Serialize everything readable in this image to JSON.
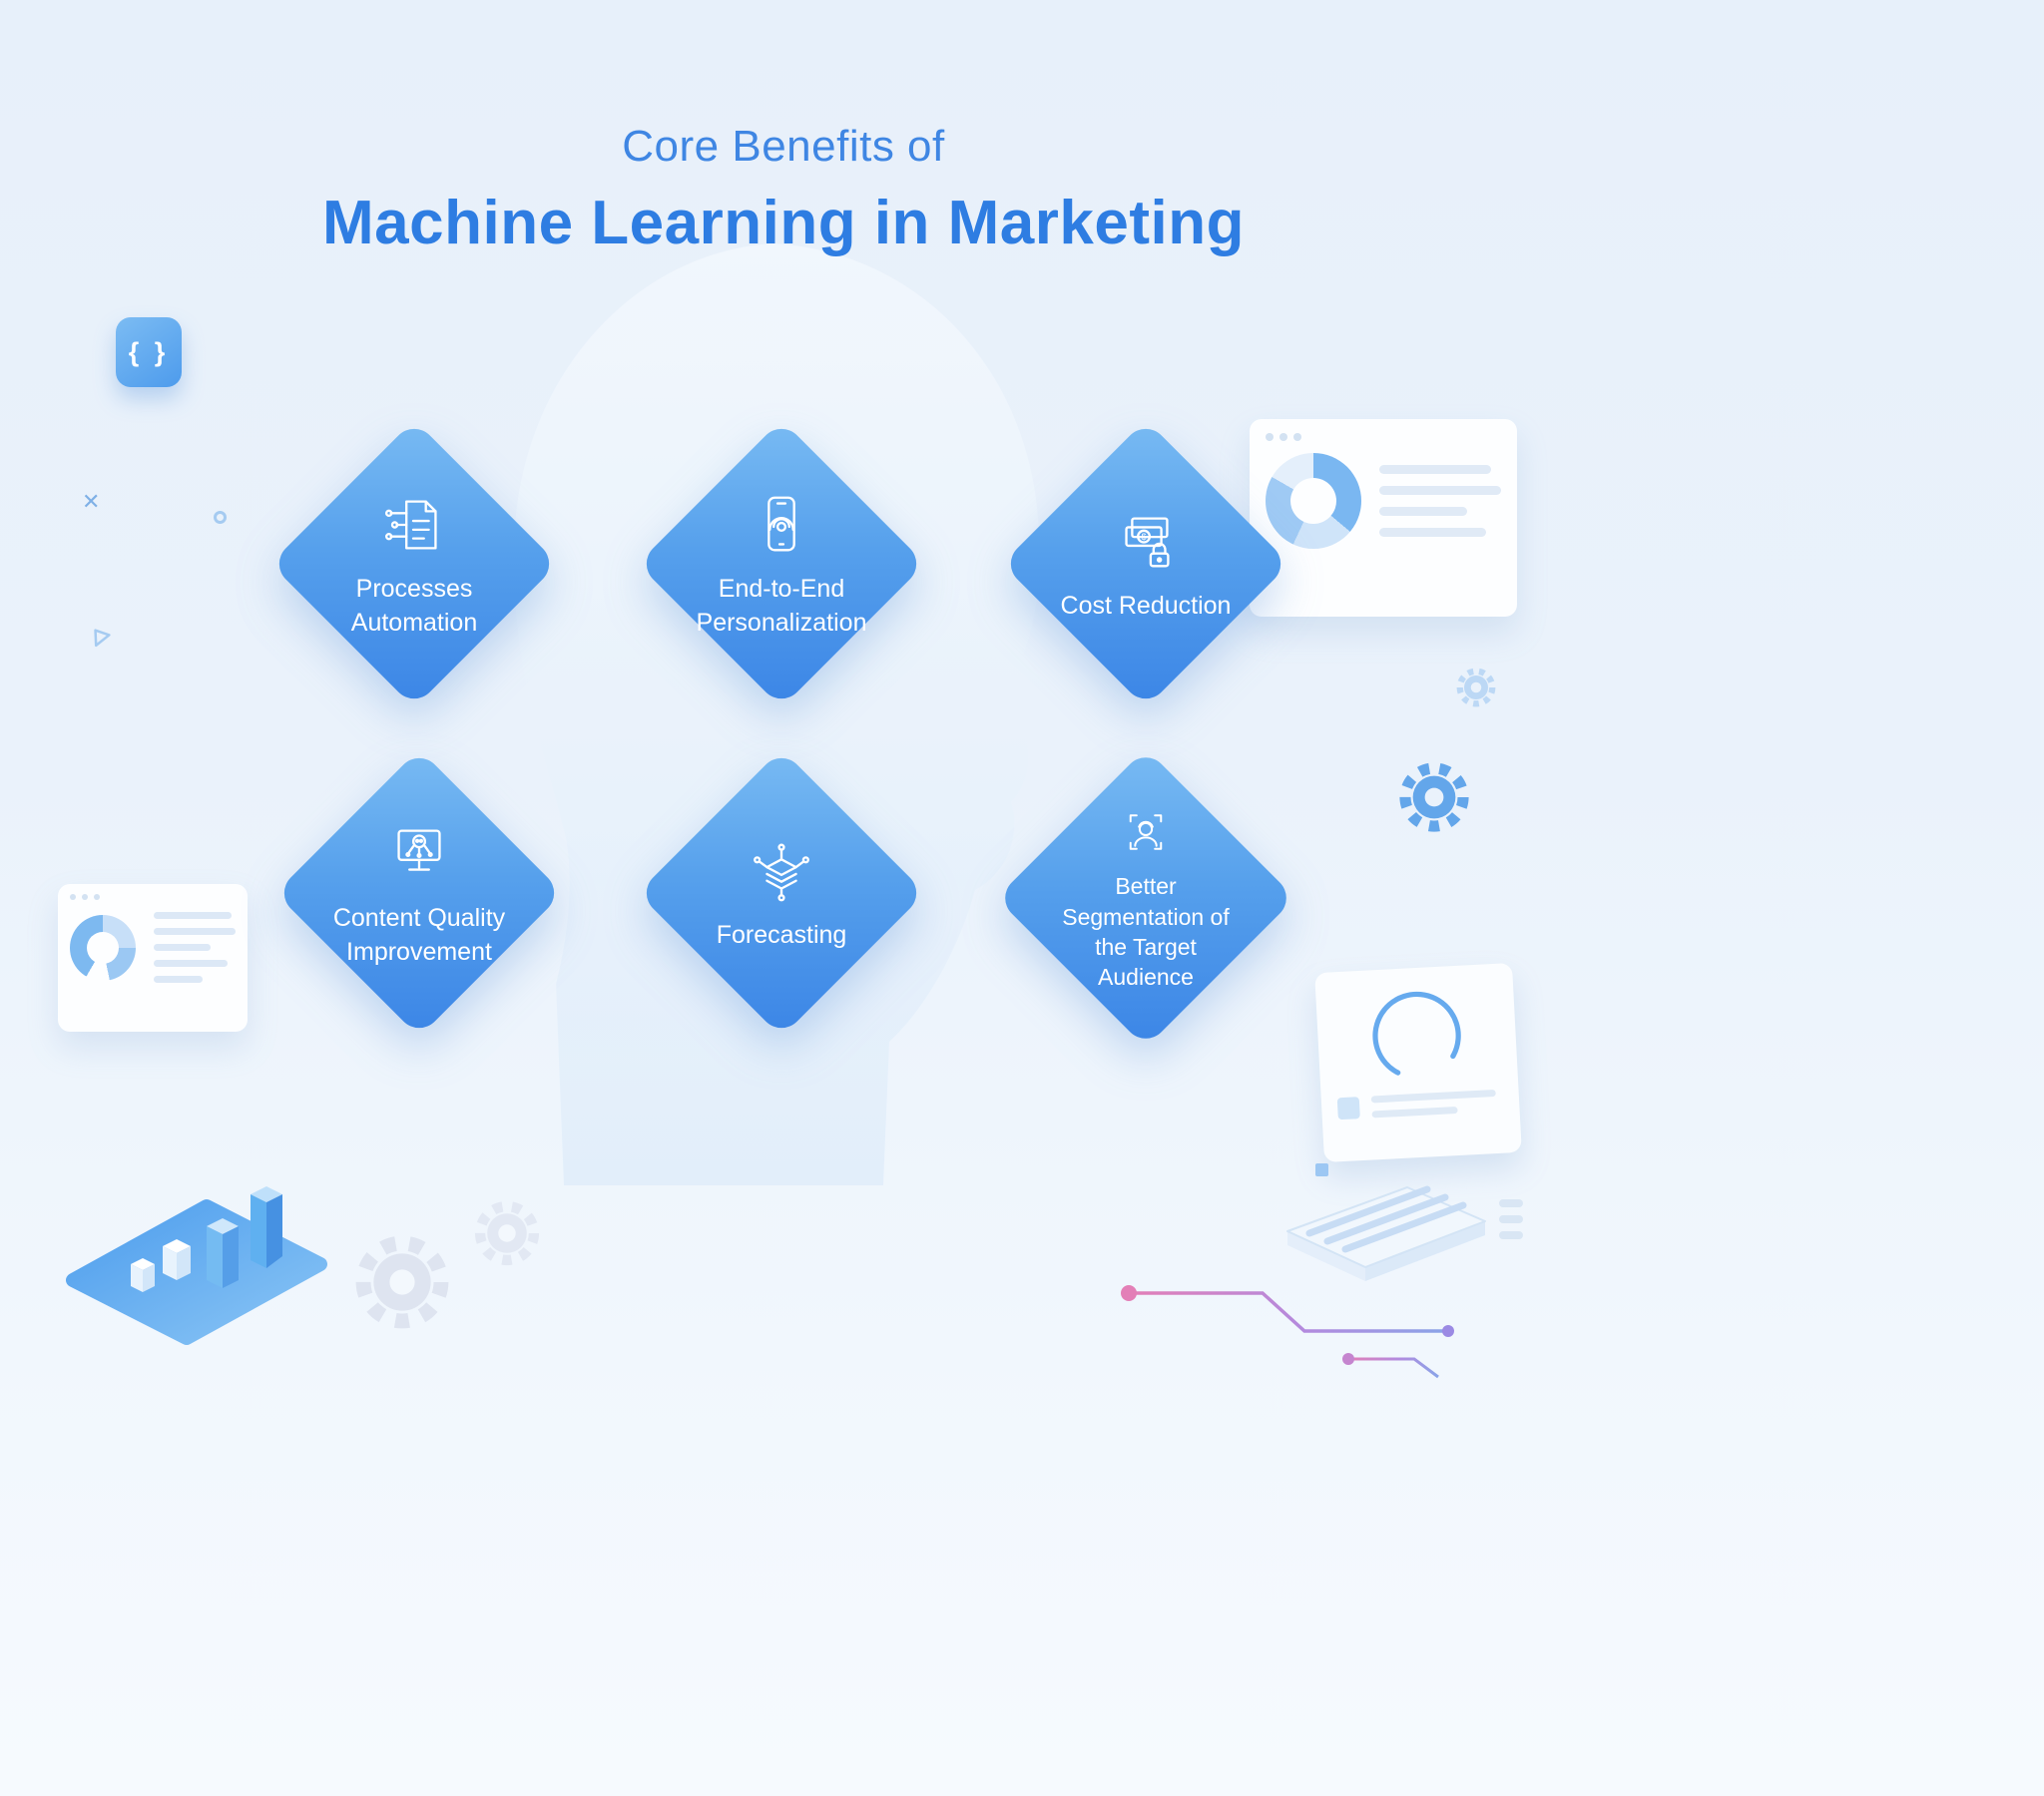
{
  "title": {
    "line1": "Core Benefits of",
    "line2": "Machine Learning in Marketing"
  },
  "cards": [
    {
      "label": "Processes Automation",
      "icon": "document-automation-icon"
    },
    {
      "label": "End-to-End Personalization",
      "icon": "phone-fingerprint-icon"
    },
    {
      "label": "Cost Reduction",
      "icon": "money-lock-icon"
    },
    {
      "label": "Content Quality Improvement",
      "icon": "monitor-ai-icon"
    },
    {
      "label": "Forecasting",
      "icon": "layers-network-icon"
    },
    {
      "label": "Better Segmentation of the Target Audience",
      "icon": "audience-avatar-icon"
    }
  ],
  "decor": {
    "code_glyph": "{ }"
  },
  "colors": {
    "title_light": "#3f86e3",
    "title_bold": "#2e7de2",
    "diamond_gradient_start": "#79bbf3",
    "diamond_gradient_end": "#3b85e6",
    "background_top": "#e7f0fa",
    "background_bottom": "#f6fafe",
    "decor_blue": "#63a6ea",
    "decor_gray": "#dee4f0",
    "circuit_pink": "#e37fb7",
    "circuit_purple": "#9b8ae4"
  }
}
